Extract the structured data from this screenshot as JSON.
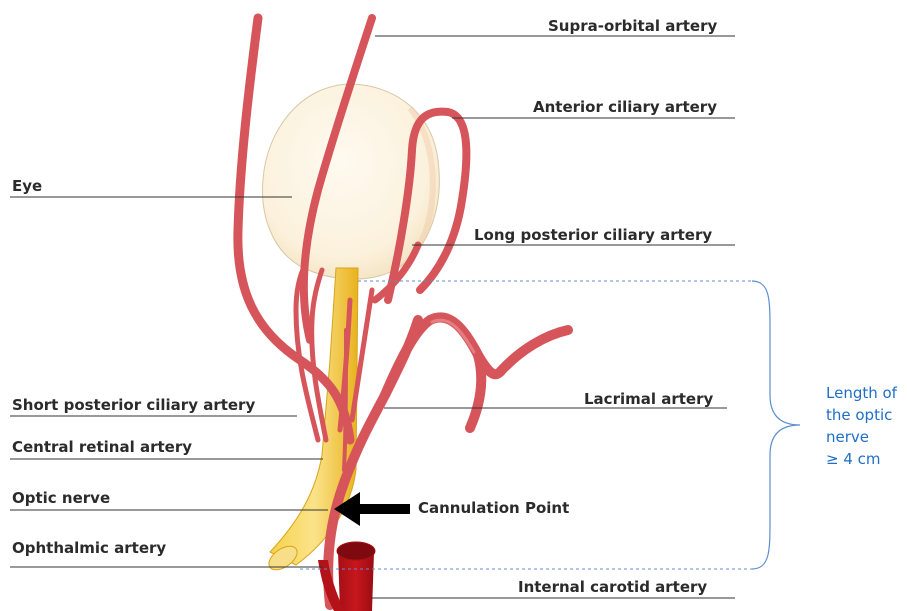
{
  "labels": {
    "supra_orbital": "Supra-orbital artery",
    "anterior_ciliary": "Anterior ciliary artery",
    "eye": "Eye",
    "long_posterior_ciliary": "Long posterior ciliary artery",
    "lacrimal": "Lacrimal artery",
    "short_posterior_ciliary": "Short posterior ciliary artery",
    "central_retinal": "Central retinal artery",
    "optic_nerve": "Optic nerve",
    "cannulation_point": "Cannulation Point",
    "ophthalmic": "Ophthalmic artery",
    "internal_carotid": "Internal carotid artery"
  },
  "callout": {
    "lines": [
      "Length of",
      "the optic",
      "nerve",
      "≥ 4 cm"
    ]
  },
  "colors": {
    "artery": "#d6555a",
    "artery_dark": "#b31218",
    "optic_nerve": "#f2c22e",
    "eye": "#fbf1dc",
    "callout": "#1f6fc7"
  }
}
